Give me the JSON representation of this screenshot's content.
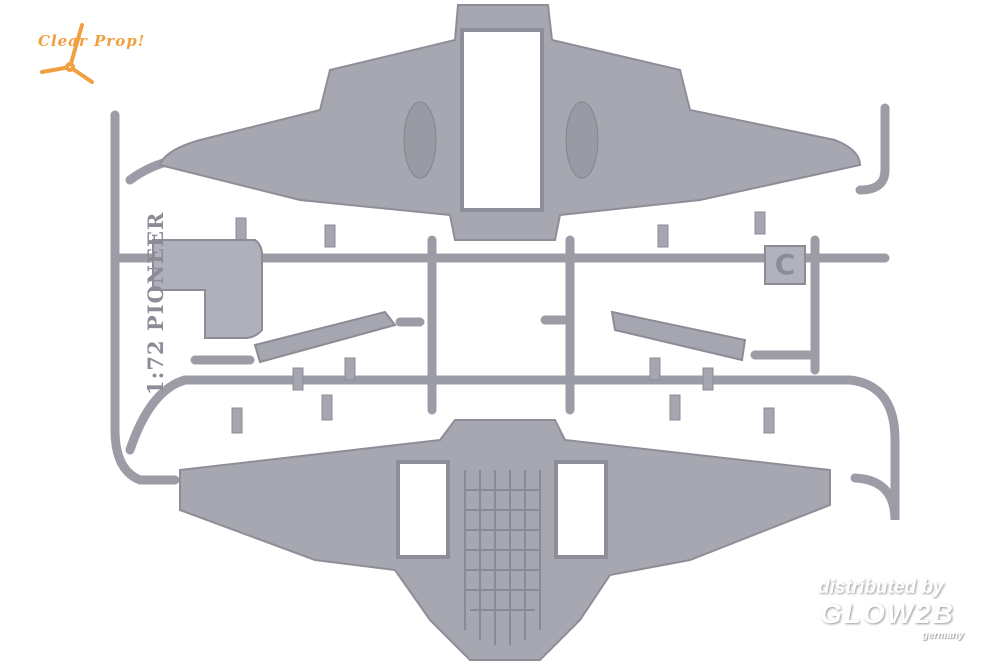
{
  "logo": {
    "text": "Clear Prop!"
  },
  "sprue": {
    "label": "1:72 PIONEER",
    "letter": "C"
  },
  "watermark": {
    "line1": "distributed by",
    "brand": "GLOW2B",
    "sub": "germany"
  },
  "colors": {
    "plastic": "#a4a4ae",
    "plastic_dark": "#8e8e98",
    "logo": "#f0a040"
  }
}
